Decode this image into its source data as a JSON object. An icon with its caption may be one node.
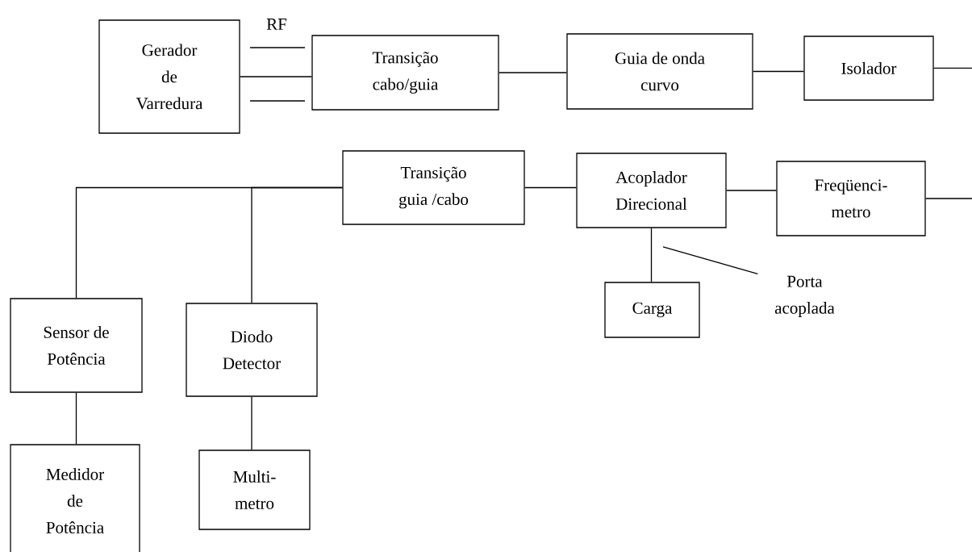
{
  "diagram": {
    "nodes": [
      {
        "text": [
          "Gerador de Varredura"
        ]
      },
      {
        "text": [
          "Transição cabo/guia"
        ]
      },
      {
        "text": [
          "Guia de onda curvo"
        ]
      },
      {
        "text": [
          "Isolador"
        ]
      },
      {
        "text": [
          "Transição guia /cabo"
        ]
      },
      {
        "text": [
          "Acoplador Direcional"
        ]
      },
      {
        "text": [
          "Freqüenci- metro"
        ]
      },
      {
        "text": [
          "Carga"
        ]
      },
      {
        "text": [
          "Sensor de Potência"
        ]
      },
      {
        "text": [
          "Diodo Detector"
        ]
      },
      {
        "text": [
          "Medidor de Potência"
        ]
      },
      {
        "text": [
          "Multi- metro"
        ]
      },
      {
        "text": [
          "Porta acoplada"
        ]
      }
    ],
    "edges": [
      {
        "from": 0,
        "to": 1,
        "arrow": "none"
      },
      {
        "from": 1,
        "to": 2,
        "arrow": "none"
      },
      {
        "from": 2,
        "to": 3,
        "arrow": "none"
      },
      {
        "from": 3,
        "to": null,
        "arrow": "none"
      },
      {
        "from": 4,
        "to": 5,
        "arrow": "none"
      },
      {
        "from": 5,
        "to": 6,
        "arrow": "none"
      },
      {
        "from": 6,
        "to": null,
        "arrow": "none"
      },
      {
        "from": 5,
        "to": 7,
        "arrow": "none"
      },
      {
        "from": 4,
        "to": 8,
        "arrow": "none"
      },
      {
        "from": 4,
        "to": 9,
        "arrow": "none"
      },
      {
        "from": 8,
        "to": 10,
        "arrow": "none"
      },
      {
        "from": 9,
        "to": 11,
        "arrow": "none"
      },
      {
        "from": 12,
        "to": null,
        "arrow": "none"
      }
    ],
    "labels": [
      "RF"
    ]
  }
}
